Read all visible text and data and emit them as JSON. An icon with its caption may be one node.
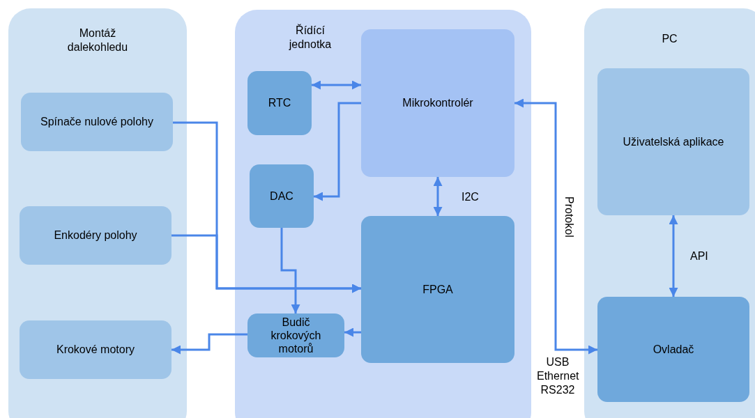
{
  "diagram": {
    "nodes": [
      {
        "text": [
          "Montáž dalekohledu"
        ]
      },
      {
        "text": [
          "Spínače nulové polohy"
        ],
        "in": 0
      },
      {
        "text": [
          "Enkodéry polohy"
        ],
        "in": 0
      },
      {
        "text": [
          "Krokové motory"
        ],
        "in": 0
      },
      {
        "text": [
          "Řídící jednotka"
        ]
      },
      {
        "text": [
          "RTC"
        ],
        "in": 4
      },
      {
        "text": [
          "Mikrokontrolér"
        ],
        "in": 4
      },
      {
        "text": [
          "DAC"
        ],
        "in": 4
      },
      {
        "text": [
          "FPGA"
        ],
        "in": 4
      },
      {
        "text": [
          "Budič krokových motorů"
        ],
        "in": 4
      },
      {
        "text": [
          "PC"
        ]
      },
      {
        "text": [
          "Uživatelská aplikace"
        ],
        "in": 10
      },
      {
        "text": [
          "Ovladač"
        ],
        "in": 10
      }
    ],
    "edges": [
      {
        "from": 1,
        "to": 8,
        "arrow": "to"
      },
      {
        "from": 2,
        "to": 8,
        "arrow": "to"
      },
      {
        "from": 5,
        "to": 6,
        "arrow": "both"
      },
      {
        "from": 6,
        "to": 7,
        "arrow": "to"
      },
      {
        "from": 6,
        "to": 8,
        "arrow": "both",
        "label": "I2C"
      },
      {
        "from": 7,
        "to": 9,
        "arrow": "to"
      },
      {
        "from": 8,
        "to": 9,
        "arrow": "to"
      },
      {
        "from": 9,
        "to": 3,
        "arrow": "to"
      },
      {
        "from": 6,
        "to": 12,
        "arrow": "both",
        "label": "Protokol"
      },
      {
        "from": 11,
        "to": 12,
        "arrow": "both",
        "label": "API"
      }
    ],
    "labels": [
      "USB Ethernet RS232"
    ]
  }
}
